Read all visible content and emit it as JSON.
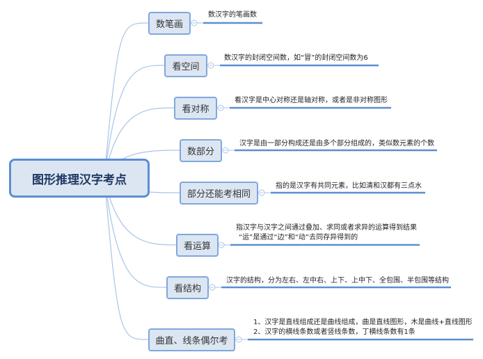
{
  "root": {
    "label": "图形推理汉字考点"
  },
  "branches": [
    {
      "label": "数笔画",
      "notes": [
        "数汉字的笔画数"
      ]
    },
    {
      "label": "看空间",
      "notes": [
        "数汉字的封闭空间数，如“冒”的封闭空间数为6"
      ]
    },
    {
      "label": "看对称",
      "notes": [
        "看汉字是中心对称还是轴对称，或者是非对称图形"
      ]
    },
    {
      "label": "数部分",
      "notes": [
        "汉字是由一部分构成还是由多个部分组成的，类似数元素的个数"
      ]
    },
    {
      "label": "部分还能考相同",
      "notes": [
        "指的是汉字有共同元素，比如清和汉都有三点水"
      ]
    },
    {
      "label": "看运算",
      "notes": [
        "指汉字与汉字之间通过叠加、求同或者求异的运算得到结果",
        "“运”是通过“边”和“动”去同存异得到的"
      ]
    },
    {
      "label": "看结构",
      "notes": [
        "汉字的结构，分为左右、左中右、上下、上中下、全包围、半包围等结构"
      ]
    },
    {
      "label": "曲直、线条偶尔考",
      "notes": [
        "1、汉字是直线组成还是曲线组成，曲是直线图形，木是曲线+直线图形",
        "2、汉字的横线条数或者竖线条数，丁横线条数有1条"
      ]
    }
  ],
  "colors": {
    "line": "#5b8fd0",
    "curve": "#a9c4e8",
    "node_fill": "#dce6f2"
  }
}
